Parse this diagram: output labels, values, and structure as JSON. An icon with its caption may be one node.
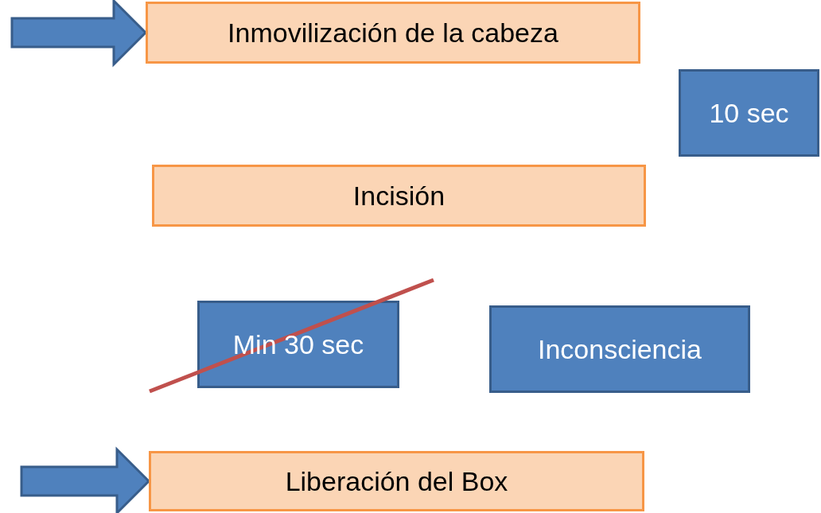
{
  "diagram": {
    "nodes": [
      {
        "text": [
          "Inmovilización de la cabeza"
        ]
      },
      {
        "text": [
          "10 sec"
        ]
      },
      {
        "text": [
          "Incisión"
        ]
      },
      {
        "text": [
          "Min 30 sec"
        ]
      },
      {
        "text": [
          "Inconsciencia"
        ]
      },
      {
        "text": [
          "Liberación del Box"
        ]
      }
    ],
    "edges": [
      {
        "from": null,
        "to": 0,
        "arrow": "to"
      },
      {
        "from": null,
        "to": 5,
        "arrow": "to"
      }
    ]
  }
}
